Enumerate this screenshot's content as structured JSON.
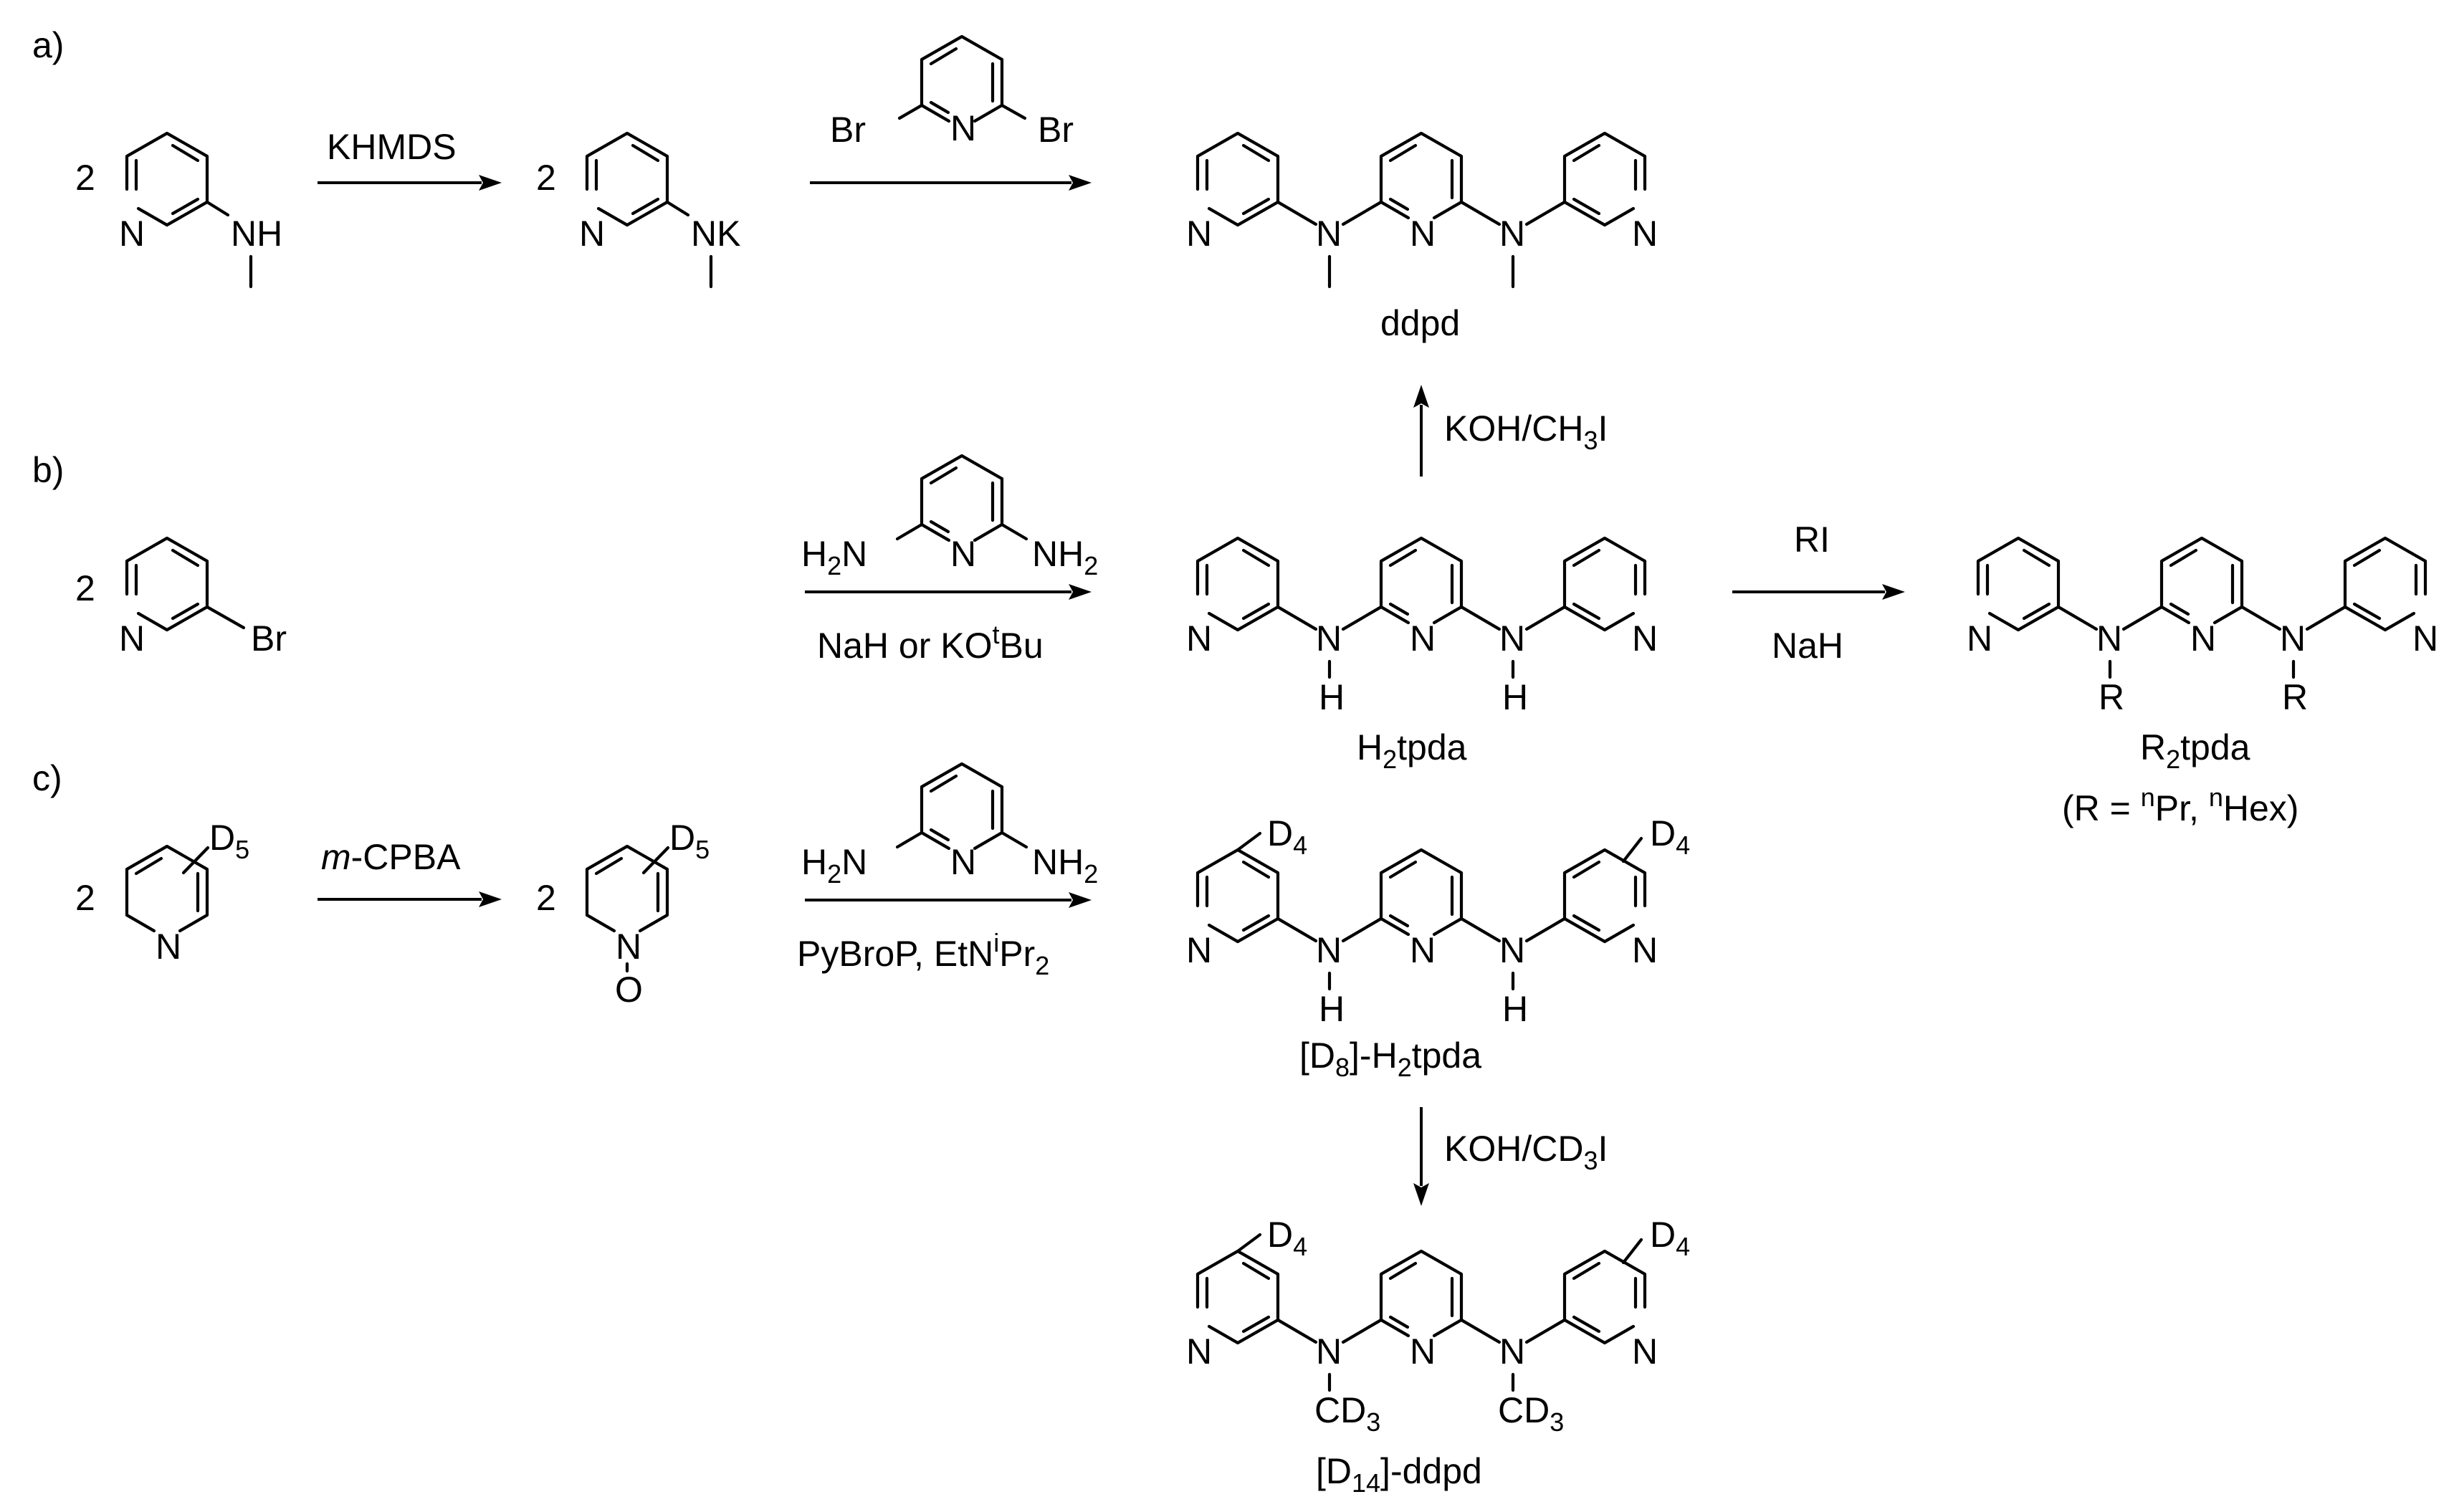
{
  "section_labels": {
    "a": "a)",
    "b": "b)",
    "c": "c)"
  },
  "stoich": "2",
  "atoms": {
    "N": "N",
    "H": "H",
    "O": "O",
    "Br": "Br",
    "NH": "NH",
    "NK": "NK",
    "R": "R",
    "NH2_N": "NH",
    "NH2_sub": "2",
    "H2N_H": "H",
    "H2N_sub": "2",
    "H2N_N": "N",
    "D": "D",
    "D5_sub": "5",
    "D4_sub": "4",
    "CD3_C": "CD",
    "CD3_sub": "3"
  },
  "reagents": {
    "khmds": "KHMDS",
    "koh_ch3i": {
      "a": "KOH/CH",
      "sub": "3",
      "b": "I"
    },
    "rI": "RI",
    "nah": "NaH",
    "nah_kotbu": {
      "a": "NaH or KO",
      "sup": "t",
      "b": "Bu"
    },
    "mcpba": {
      "italic": "m",
      "rest": "-CPBA"
    },
    "pybrop": {
      "a": "PyBroP,  EtN",
      "sup": "i",
      "b": "Pr",
      "sub": "2"
    },
    "koh_cd3i": {
      "a": "KOH/CD",
      "sub": "3",
      "b": "I"
    }
  },
  "compounds": {
    "ddpd": "ddpd",
    "h2tpda": {
      "a": "H",
      "sub": "2",
      "b": "tpda"
    },
    "r2tpda": {
      "a": "R",
      "sub": "2",
      "b": "tpda"
    },
    "r_def": {
      "a": "(R = ",
      "sup1": "n",
      "b": "Pr, ",
      "sup2": "n",
      "c": "Hex)"
    },
    "d8_h2tpda": {
      "a": "[D",
      "sub1": "8",
      "b": "]-H",
      "sub2": "2",
      "c": "tpda"
    },
    "d14_ddpd": {
      "a": "[D",
      "sub": "14",
      "b": "]-ddpd"
    }
  }
}
